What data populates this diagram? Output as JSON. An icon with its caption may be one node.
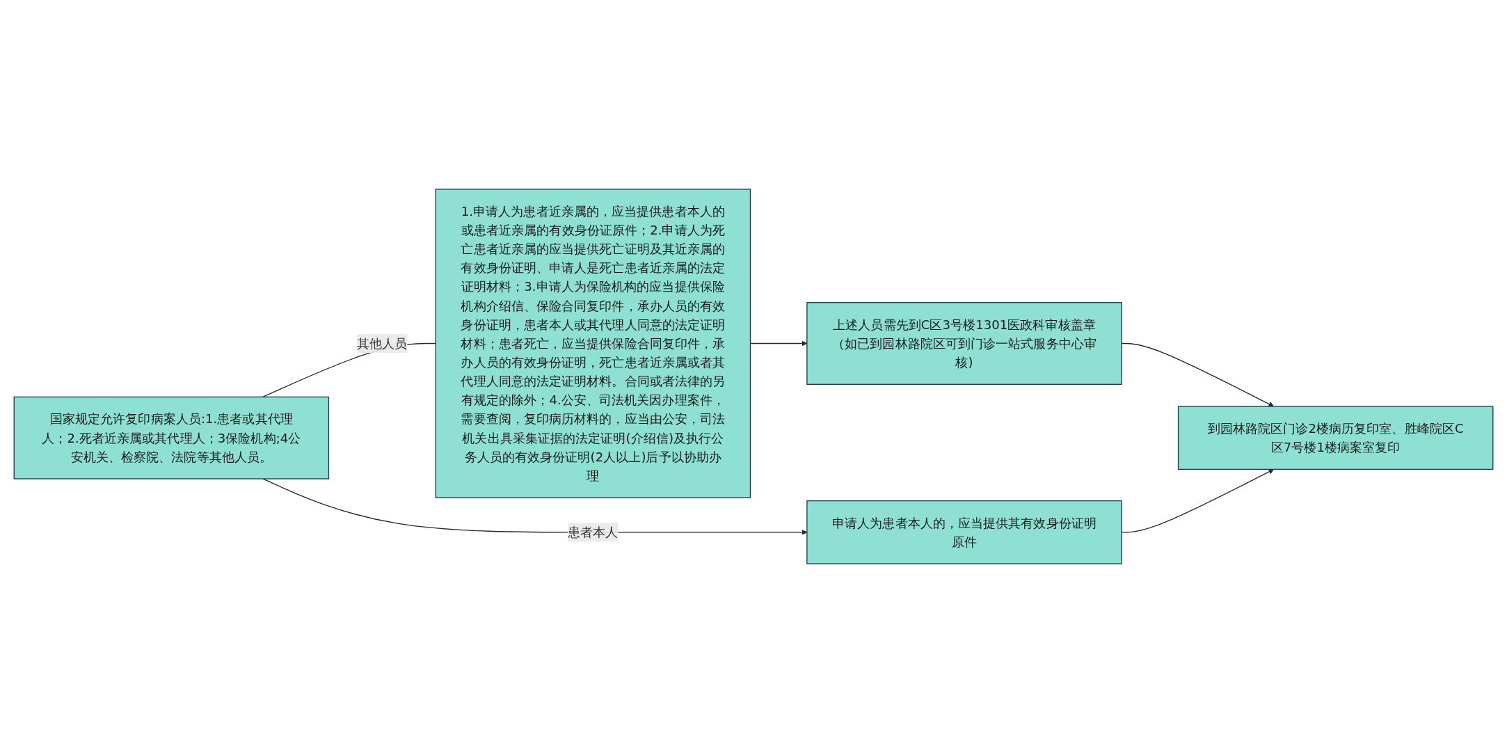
{
  "diagram": {
    "nodes": [
      {
        "text": [
          "国家规定允许复印病案人员:1.患者或其代理人；2.死者近亲属或其代理人；3保险机构;4公安机关、检察院、法院等其他人员。"
        ]
      },
      {
        "text": [
          "1.申请人为患者近亲属的，应当提供患者本人的或患者近亲属的有效身份证原件；2.申请人为死亡患者近亲属的应当提供死亡证明及其近亲属的有效身份证明、申请人是死亡患者近亲属的法定证明材料；3.申请人为保险机构的应当提供保险机构介绍信、保险合同复印件，承办人员的有效身份证明，患者本人或其代理人同意的法定证明材料；患者死亡，应当提供保险合同复印件，承办人员的有效身份证明，死亡患者近亲属或者其代理人同意的法定证明材料。合同或者法律的另有规定的除外；4.公安、司法机关因办理案件，需要查阅，复印病历材料的，应当由公安，司法机关出具采集证据的法定证明(介绍信)及执行公务人员的有效身份证明(2人以上)后予以协助办理"
        ]
      },
      {
        "text": [
          "上述人员需先到C区3号楼1301医政科审核盖章（如已到园林路院区可到门诊一站式服务中心审核)"
        ]
      },
      {
        "text": [
          "到园林路院区门诊2楼病历复印室、胜峰院区C区7号楼1楼病案室复印"
        ]
      },
      {
        "text": [
          "申请人为患者本人的，应当提供其有效身份证明原件"
        ]
      }
    ],
    "edges": [
      {
        "from": 0,
        "to": 1,
        "label": "其他人员",
        "arrow": "none"
      },
      {
        "from": 0,
        "to": 4,
        "label": "患者本人",
        "arrow": "to"
      },
      {
        "from": 1,
        "to": 2,
        "arrow": "to"
      },
      {
        "from": 2,
        "to": 3,
        "arrow": "to"
      },
      {
        "from": 4,
        "to": 3,
        "arrow": "to"
      }
    ]
  }
}
